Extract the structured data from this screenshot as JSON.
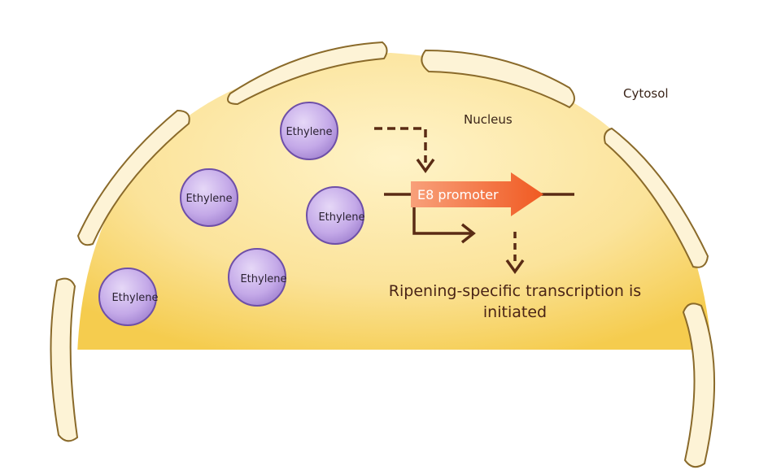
{
  "labels": {
    "cytosol": "Cytosol",
    "nucleus": "Nucleus",
    "promoter": "E8 promoter",
    "caption_line1": "Ripening-specific transcription is",
    "caption_line2": "initiated"
  },
  "molecules": [
    {
      "label": "Ethylene"
    },
    {
      "label": "Ethylene"
    },
    {
      "label": "Ethylene"
    },
    {
      "label": "Ethylene"
    },
    {
      "label": "Ethylene"
    }
  ],
  "colors": {
    "nucleus_fill": "#fbe7a3",
    "nucleus_fill_edge": "#f6cf5a",
    "membrane_fill": "#fdf2d2",
    "membrane_stroke": "#8a6a2a",
    "molecule_fill": "#c7aee9",
    "molecule_stroke": "#6e4fa8",
    "promoter_fill": "#f26b3a",
    "arrow_color": "#5a2b14"
  }
}
